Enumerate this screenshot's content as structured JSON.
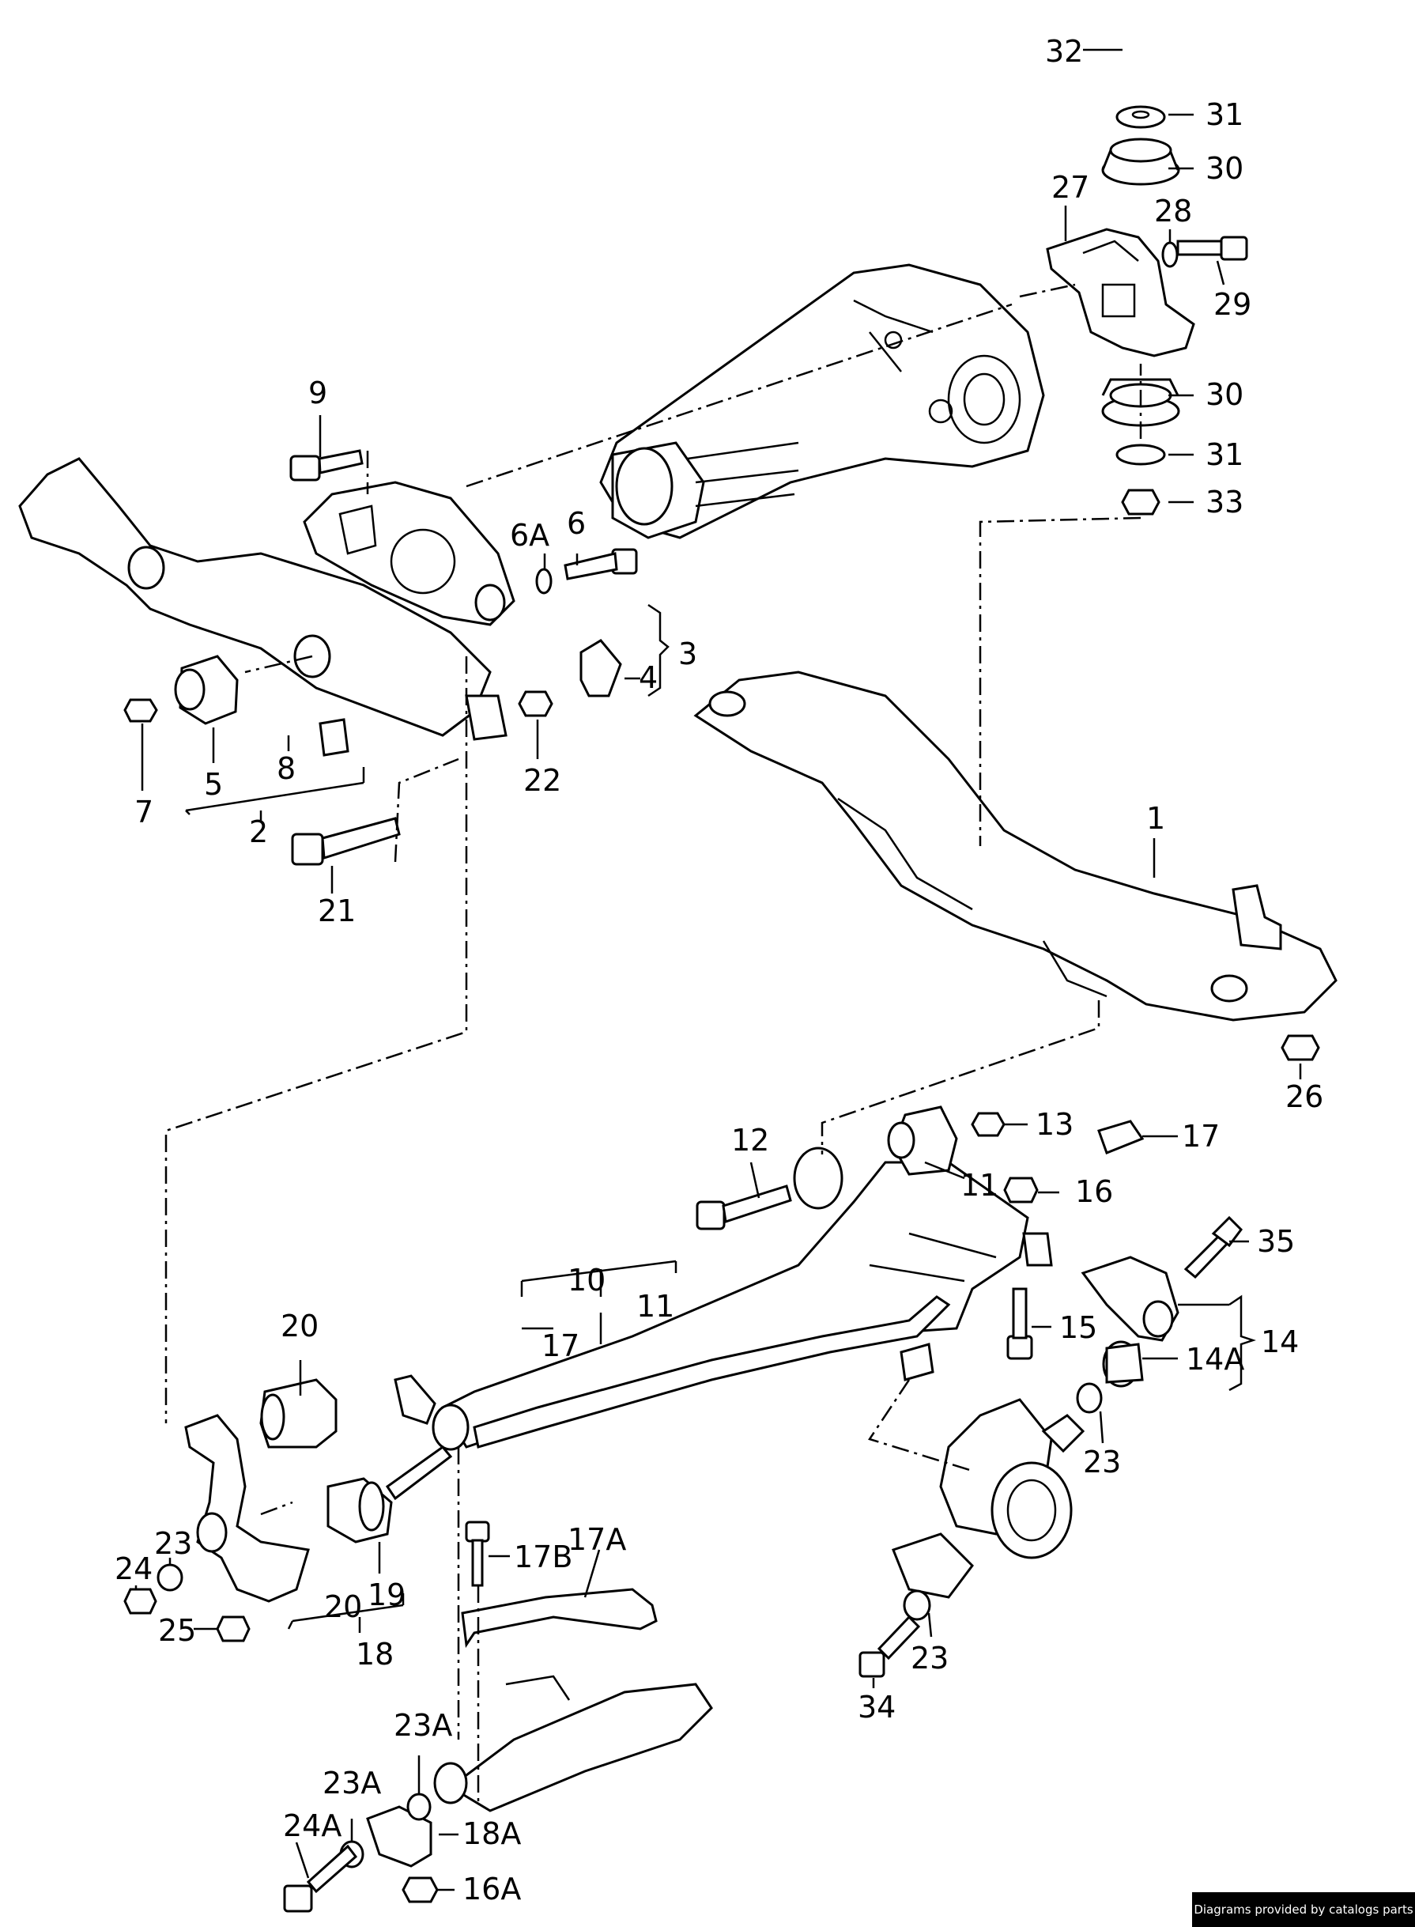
{
  "diagram": {
    "labels": {
      "p1": "1",
      "p2": "2",
      "p3": "3",
      "p4": "4",
      "p5": "5",
      "p6": "6",
      "p6a": "6A",
      "p7": "7",
      "p8": "8",
      "p9": "9",
      "p10": "10",
      "p11a": "11",
      "p11b": "11",
      "p12": "12",
      "p13": "13",
      "p14": "14",
      "p14a": "14A",
      "p15": "15",
      "p16": "16",
      "p16a": "16A",
      "p17a": "17",
      "p17b": "17",
      "p17A": "17A",
      "p17B": "17B",
      "p18": "18",
      "p18a": "18A",
      "p19": "19",
      "p20a": "20",
      "p20b": "20",
      "p21": "21",
      "p22": "22",
      "p23a": "23",
      "p23b": "23",
      "p23c": "23",
      "p23A1": "23A",
      "p23A2": "23A",
      "p24": "24",
      "p24a": "24A",
      "p25": "25",
      "p26": "26",
      "p27": "27",
      "p28": "28",
      "p29": "29",
      "p30a": "30",
      "p30b": "30",
      "p31a": "31",
      "p31b": "31",
      "p32": "32",
      "p33": "33",
      "p34": "34",
      "p35": "35"
    }
  },
  "footer": {
    "credit": "Diagrams provided by catalogs parts"
  }
}
